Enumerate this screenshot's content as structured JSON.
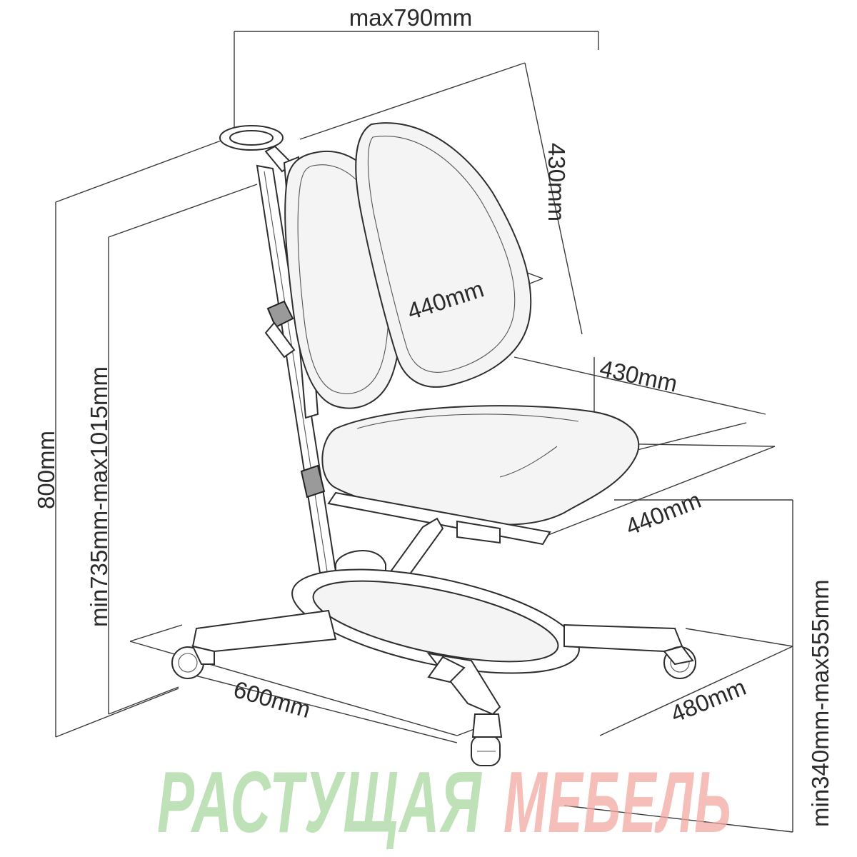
{
  "dimensions": {
    "max_width": "max790mm",
    "back_height": "430mm",
    "back_width": "440mm",
    "seat_depth": "430mm",
    "seat_width": "440mm",
    "total_height": "800mm",
    "height_range": "min735mm-max1015mm",
    "seat_height_range": "min340mm-max555mm",
    "base_length": "600mm",
    "base_width": "480mm"
  },
  "watermark": {
    "word1": "РАСТУЩАЯ",
    "word2": "МЕБЕЛЬ",
    "color1": "#a8d7a0",
    "color2": "#f2a8a0"
  }
}
